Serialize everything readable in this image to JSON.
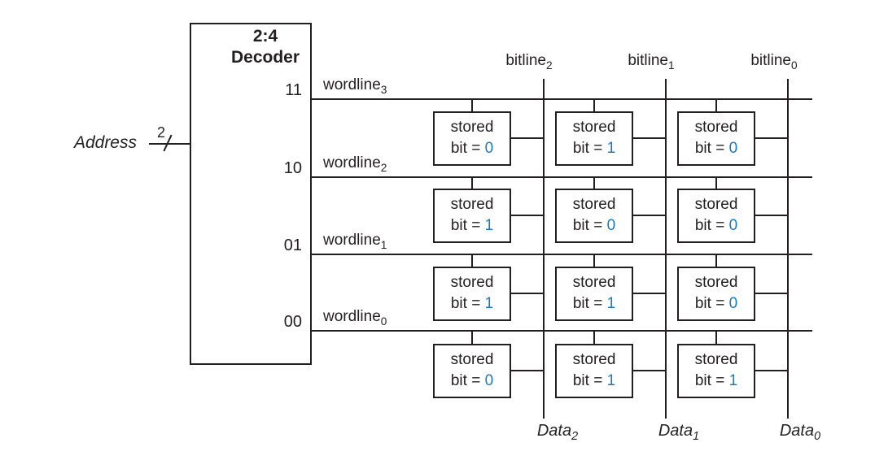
{
  "diagram": {
    "decoder": {
      "title_line1": "2:4",
      "title_line2": "Decoder",
      "outputs": [
        "11",
        "10",
        "01",
        "00"
      ]
    },
    "address": {
      "label": "Address",
      "bus_width": "2"
    },
    "wordlines": [
      {
        "base": "wordline",
        "sub": "3"
      },
      {
        "base": "wordline",
        "sub": "2"
      },
      {
        "base": "wordline",
        "sub": "1"
      },
      {
        "base": "wordline",
        "sub": "0"
      }
    ],
    "bitlines": [
      {
        "base": "bitline",
        "sub": "2"
      },
      {
        "base": "bitline",
        "sub": "1"
      },
      {
        "base": "bitline",
        "sub": "0"
      }
    ],
    "data_outputs": [
      {
        "base": "Data",
        "sub": "2"
      },
      {
        "base": "Data",
        "sub": "1"
      },
      {
        "base": "Data",
        "sub": "0"
      }
    ],
    "cells": [
      {
        "row": "wordline3",
        "col": "bitline2",
        "line1": "stored",
        "prefix": "bit = ",
        "value": "0"
      },
      {
        "row": "wordline3",
        "col": "bitline1",
        "line1": "stored",
        "prefix": "bit = ",
        "value": "1"
      },
      {
        "row": "wordline3",
        "col": "bitline0",
        "line1": "stored",
        "prefix": "bit = ",
        "value": "0"
      },
      {
        "row": "wordline2",
        "col": "bitline2",
        "line1": "stored",
        "prefix": "bit = ",
        "value": "1"
      },
      {
        "row": "wordline2",
        "col": "bitline1",
        "line1": "stored",
        "prefix": "bit = ",
        "value": "0"
      },
      {
        "row": "wordline2",
        "col": "bitline0",
        "line1": "stored",
        "prefix": "bit = ",
        "value": "0"
      },
      {
        "row": "wordline1",
        "col": "bitline2",
        "line1": "stored",
        "prefix": "bit = ",
        "value": "1"
      },
      {
        "row": "wordline1",
        "col": "bitline1",
        "line1": "stored",
        "prefix": "bit = ",
        "value": "1"
      },
      {
        "row": "wordline1",
        "col": "bitline0",
        "line1": "stored",
        "prefix": "bit = ",
        "value": "0"
      },
      {
        "row": "wordline0",
        "col": "bitline2",
        "line1": "stored",
        "prefix": "bit = ",
        "value": "0"
      },
      {
        "row": "wordline0",
        "col": "bitline1",
        "line1": "stored",
        "prefix": "bit = ",
        "value": "1"
      },
      {
        "row": "wordline0",
        "col": "bitline0",
        "line1": "stored",
        "prefix": "bit = ",
        "value": "1"
      }
    ],
    "colors": {
      "line": "#231f20",
      "stored_bit_value": "#187bc0"
    }
  }
}
